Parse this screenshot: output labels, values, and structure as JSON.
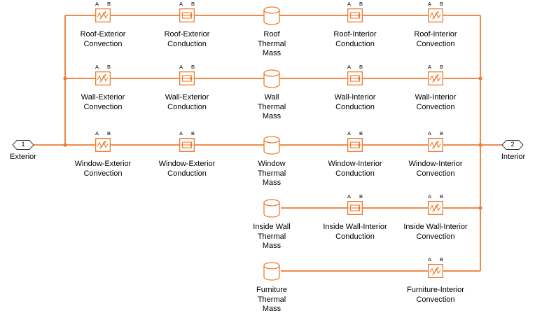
{
  "colors": {
    "accent": "#ED7C31",
    "port_outline": "#3b3b3b",
    "text": "#000000",
    "background": "#ffffff"
  },
  "pins": {
    "a": "A",
    "b": "B"
  },
  "ports": {
    "exterior": {
      "number": "1",
      "label": "Exterior"
    },
    "interior": {
      "number": "2",
      "label": "Interior"
    }
  },
  "icons": {
    "convection": "zigzag-with-arrow",
    "conduction": "arrow-through-box",
    "thermal_mass": "cylinder",
    "port": "hexagon-tag"
  },
  "blocks": {
    "roof_ext_conv": {
      "label": "Roof-Exterior\nConvection"
    },
    "roof_ext_cond": {
      "label": "Roof-Exterior\nConduction"
    },
    "roof_mass": {
      "label": "Roof\nThermal\nMass"
    },
    "roof_int_cond": {
      "label": "Roof-Interior\nConduction"
    },
    "roof_int_conv": {
      "label": "Roof-Interior\nConvection"
    },
    "wall_ext_conv": {
      "label": "Wall-Exterior\nConvection"
    },
    "wall_ext_cond": {
      "label": "Wall-Exterior\nConduction"
    },
    "wall_mass": {
      "label": "Wall\nThermal\nMass"
    },
    "wall_int_cond": {
      "label": "Wall-Interior\nConduction"
    },
    "wall_int_conv": {
      "label": "Wall-Interior\nConvection"
    },
    "window_ext_conv": {
      "label": "Window-Exterior\nConvection"
    },
    "window_ext_cond": {
      "label": "Window-Exterior\nConduction"
    },
    "window_mass": {
      "label": "Window\nThermal\nMass"
    },
    "window_int_cond": {
      "label": "Window-Interior\nConduction"
    },
    "window_int_conv": {
      "label": "Window-Interior\nConvection"
    },
    "inside_wall_mass": {
      "label": "Inside Wall\nThermal\nMass"
    },
    "inside_wall_int_cond": {
      "label": "Inside Wall-Interior\nConduction"
    },
    "inside_wall_int_conv": {
      "label": "Inside Wall-Interior\nConvection"
    },
    "furniture_mass": {
      "label": "Furniture\nThermal\nMass"
    },
    "furniture_int_conv": {
      "label": "Furniture-Interior\nConvection"
    }
  }
}
